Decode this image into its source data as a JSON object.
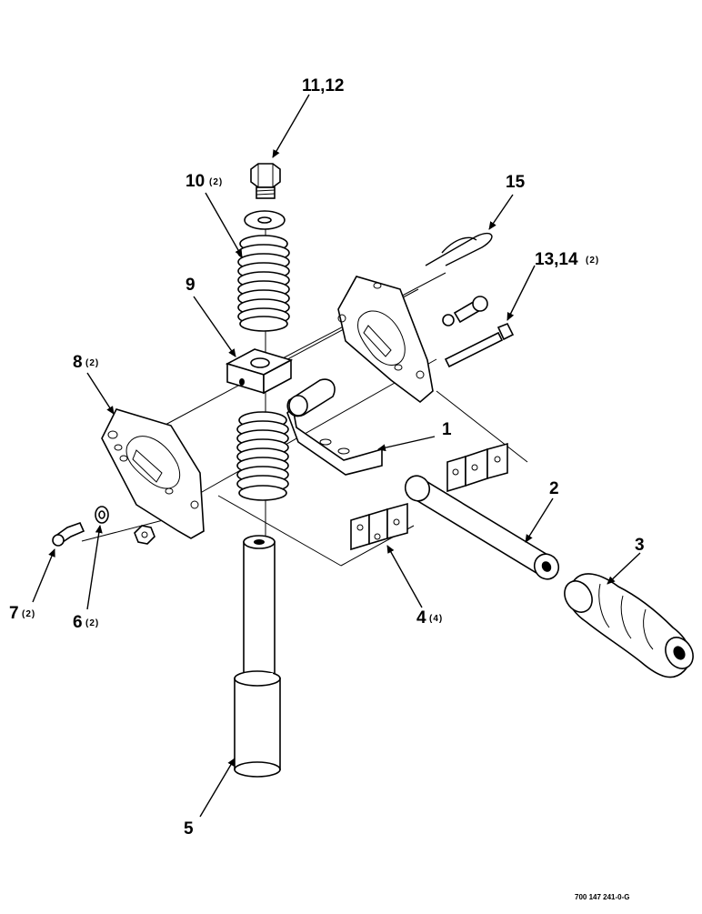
{
  "figure_id": "700 147 241-0-G",
  "callouts": [
    {
      "id": "c11",
      "number": "11,12",
      "qty": ""
    },
    {
      "id": "c10",
      "number": "10",
      "qty": "(2)"
    },
    {
      "id": "c15",
      "number": "15",
      "qty": ""
    },
    {
      "id": "c13",
      "number": "13,14",
      "qty": "(2)"
    },
    {
      "id": "c9",
      "number": "9",
      "qty": ""
    },
    {
      "id": "c8",
      "number": "8",
      "qty": "(2)"
    },
    {
      "id": "c1",
      "number": "1",
      "qty": ""
    },
    {
      "id": "c2",
      "number": "2",
      "qty": ""
    },
    {
      "id": "c3",
      "number": "3",
      "qty": ""
    },
    {
      "id": "c7",
      "number": "7",
      "qty": "(2)"
    },
    {
      "id": "c6",
      "number": "6",
      "qty": "(2)"
    },
    {
      "id": "c4",
      "number": "4",
      "qty": "(4)"
    },
    {
      "id": "c5",
      "number": "5",
      "qty": ""
    }
  ]
}
